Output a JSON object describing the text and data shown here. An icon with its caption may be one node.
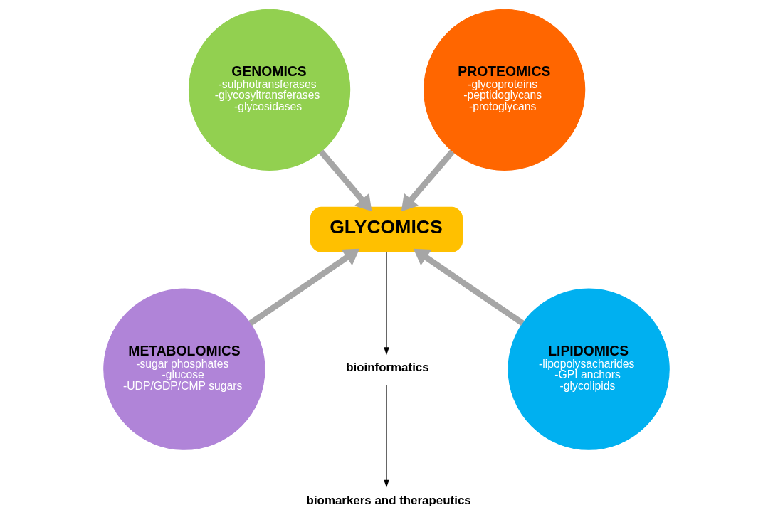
{
  "diagram": {
    "nodes": [
      {
        "text": [
          "GENOMICS",
          "-sulphotransferases -glycosyltransferases -glycosidases"
        ]
      },
      {
        "text": [
          "PROTEOMICS",
          "-glycoproteins -peptidoglycans -protoglycans"
        ]
      },
      {
        "text": [
          "GLYCOMICS"
        ]
      },
      {
        "text": [
          "METABOLOMICS",
          "-sugar phosphates -glucose -UDP/GDP/CMP sugars"
        ]
      },
      {
        "text": [
          "bioinformatics"
        ]
      },
      {
        "text": [
          "LIPIDOMICS",
          "-lipopolysacharides -GPI anchors -glycolipids"
        ]
      },
      {
        "text": [
          "biomarkers and therapeutics"
        ]
      }
    ],
    "edges": [
      {
        "from": 0,
        "to": 2,
        "arrow": "to"
      },
      {
        "from": 1,
        "to": 2,
        "arrow": "to"
      },
      {
        "from": 3,
        "to": 2,
        "arrow": "to"
      },
      {
        "from": 5,
        "to": 2,
        "arrow": "to"
      },
      {
        "from": 2,
        "to": 4,
        "arrow": "to",
        "color": "#000000"
      },
      {
        "from": 4,
        "to": 6,
        "arrow": "to",
        "color": "#000000"
      }
    ]
  }
}
